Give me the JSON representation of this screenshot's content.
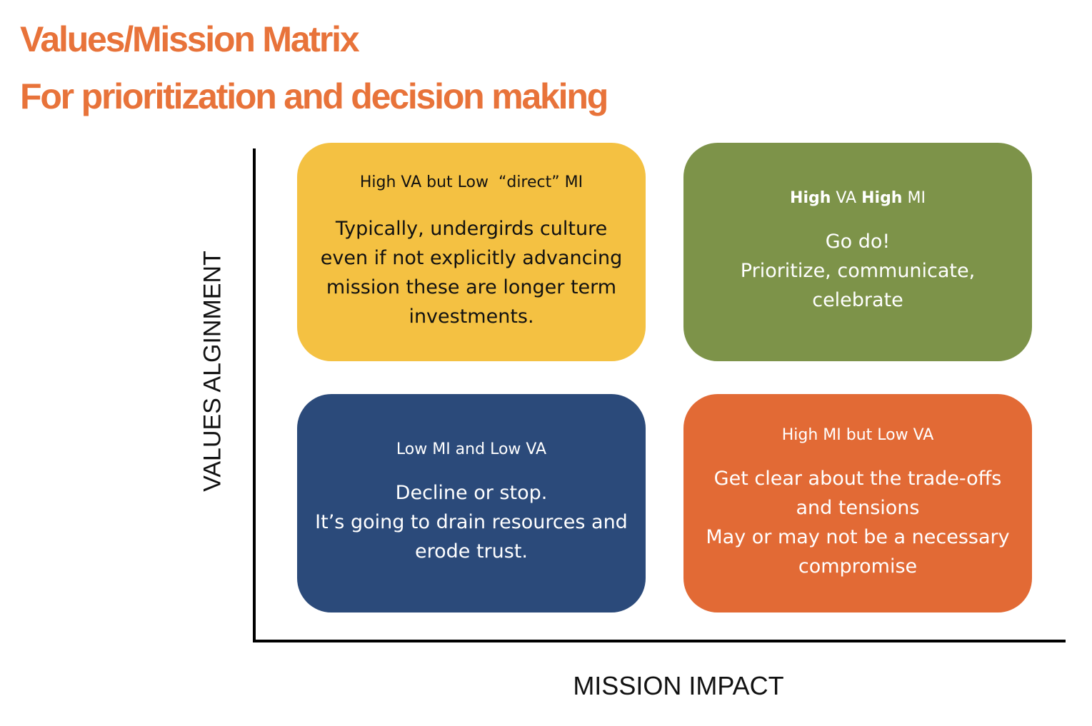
{
  "title": {
    "line1": "Values/Mission Matrix",
    "line2": "For prioritization and decision making"
  },
  "axes": {
    "y_label": "VALUES ALGINMENT",
    "x_label": "MISSION IMPACT"
  },
  "quadrants": {
    "top_left": {
      "header": "High VA but Low  “direct” MI",
      "body": "Typically, undergirds culture even if not explicitly advancing mission these are longer term investments.",
      "color": "#F4C142"
    },
    "top_right": {
      "header_b1": "High",
      "header_t1": " VA ",
      "header_b2": "High",
      "header_t2": " MI",
      "body_l1": "Go do!",
      "body_l2": "Prioritize, communicate, celebrate",
      "color": "#7D9349"
    },
    "bottom_left": {
      "header": "Low MI and Low VA",
      "body_l1": "Decline or stop.",
      "body_l2": "It’s going to drain resources and erode trust.",
      "color": "#2B4A7A"
    },
    "bottom_right": {
      "header": "High MI but Low VA",
      "body_l1": "Get clear about the trade-offs and tensions",
      "body_l2": "May or may not be a necessary compromise",
      "color": "#E26A35"
    }
  }
}
